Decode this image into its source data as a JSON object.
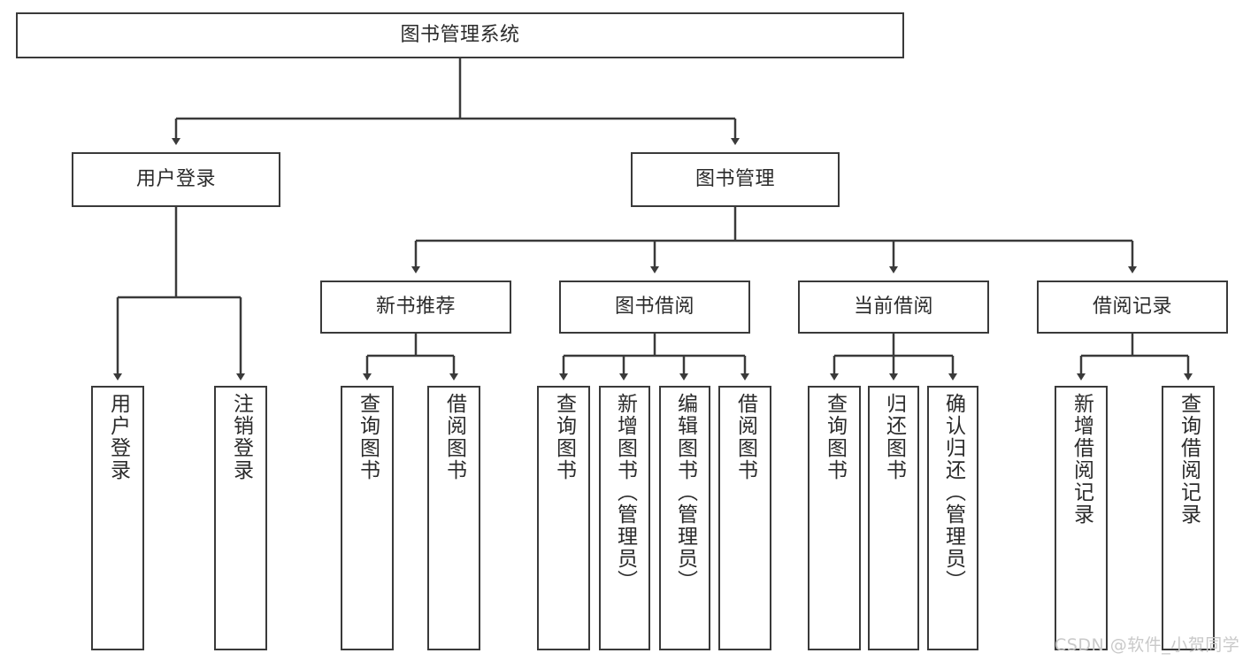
{
  "diagram": {
    "type": "tree",
    "title": "图书管理系统",
    "watermark": "CSDN @软件_小贺同学",
    "colors": {
      "node_border": "#3a3a3a",
      "node_fill": "#ffffff",
      "edge": "#3a3a3a",
      "text": "#2b2b2b",
      "watermark": "#c9c9c9",
      "background": "#ffffff"
    },
    "root": {
      "label": "图书管理系统"
    },
    "level1": [
      {
        "label": "用户登录"
      },
      {
        "label": "图书管理"
      }
    ],
    "level2": [
      {
        "label": "新书推荐"
      },
      {
        "label": "图书借阅"
      },
      {
        "label": "当前借阅"
      },
      {
        "label": "借阅记录"
      }
    ],
    "leaves": {
      "user_login": [
        {
          "label": "用户登录"
        },
        {
          "label": "注销登录"
        }
      ],
      "new_book_recommend": [
        {
          "label": "查询图书"
        },
        {
          "label": "借阅图书"
        }
      ],
      "book_borrow": [
        {
          "label": "查询图书"
        },
        {
          "label": "新增图书（管理员）"
        },
        {
          "label": "编辑图书（管理员）"
        },
        {
          "label": "借阅图书"
        }
      ],
      "current_borrow": [
        {
          "label": "查询图书"
        },
        {
          "label": "归还图书"
        },
        {
          "label": "确认归还（管理员）"
        }
      ],
      "borrow_record": [
        {
          "label": "新增借阅记录"
        },
        {
          "label": "查询借阅记录"
        }
      ]
    }
  }
}
